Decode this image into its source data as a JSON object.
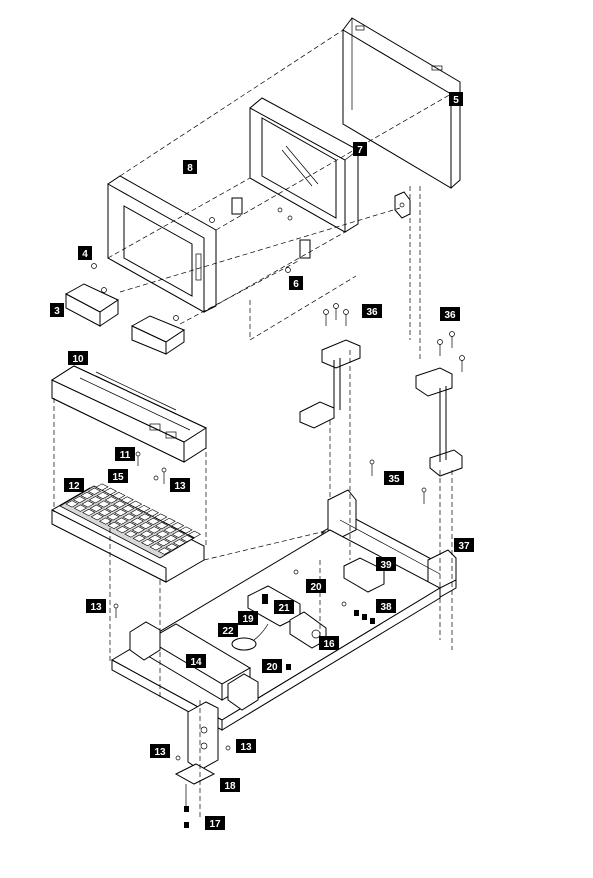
{
  "diagram": {
    "callouts": [
      {
        "id": "c5",
        "label": "5"
      },
      {
        "id": "c7",
        "label": "7"
      },
      {
        "id": "c8",
        "label": "8"
      },
      {
        "id": "c4",
        "label": "4"
      },
      {
        "id": "c6",
        "label": "6"
      },
      {
        "id": "c3",
        "label": "3"
      },
      {
        "id": "c36a",
        "label": "36"
      },
      {
        "id": "c36b",
        "label": "36"
      },
      {
        "id": "c10",
        "label": "10"
      },
      {
        "id": "c11",
        "label": "11"
      },
      {
        "id": "c12",
        "label": "12"
      },
      {
        "id": "c15",
        "label": "15"
      },
      {
        "id": "c13a",
        "label": "13"
      },
      {
        "id": "c35",
        "label": "35"
      },
      {
        "id": "c37",
        "label": "37"
      },
      {
        "id": "c20a",
        "label": "20"
      },
      {
        "id": "c39",
        "label": "39"
      },
      {
        "id": "c13b",
        "label": "13"
      },
      {
        "id": "c21",
        "label": "21"
      },
      {
        "id": "c38",
        "label": "38"
      },
      {
        "id": "c22",
        "label": "22"
      },
      {
        "id": "c19",
        "label": "19"
      },
      {
        "id": "c16",
        "label": "16"
      },
      {
        "id": "c14",
        "label": "14"
      },
      {
        "id": "c20b",
        "label": "20"
      },
      {
        "id": "c13c",
        "label": "13"
      },
      {
        "id": "c13d",
        "label": "13"
      },
      {
        "id": "c18",
        "label": "18"
      },
      {
        "id": "c17",
        "label": "17"
      }
    ]
  }
}
